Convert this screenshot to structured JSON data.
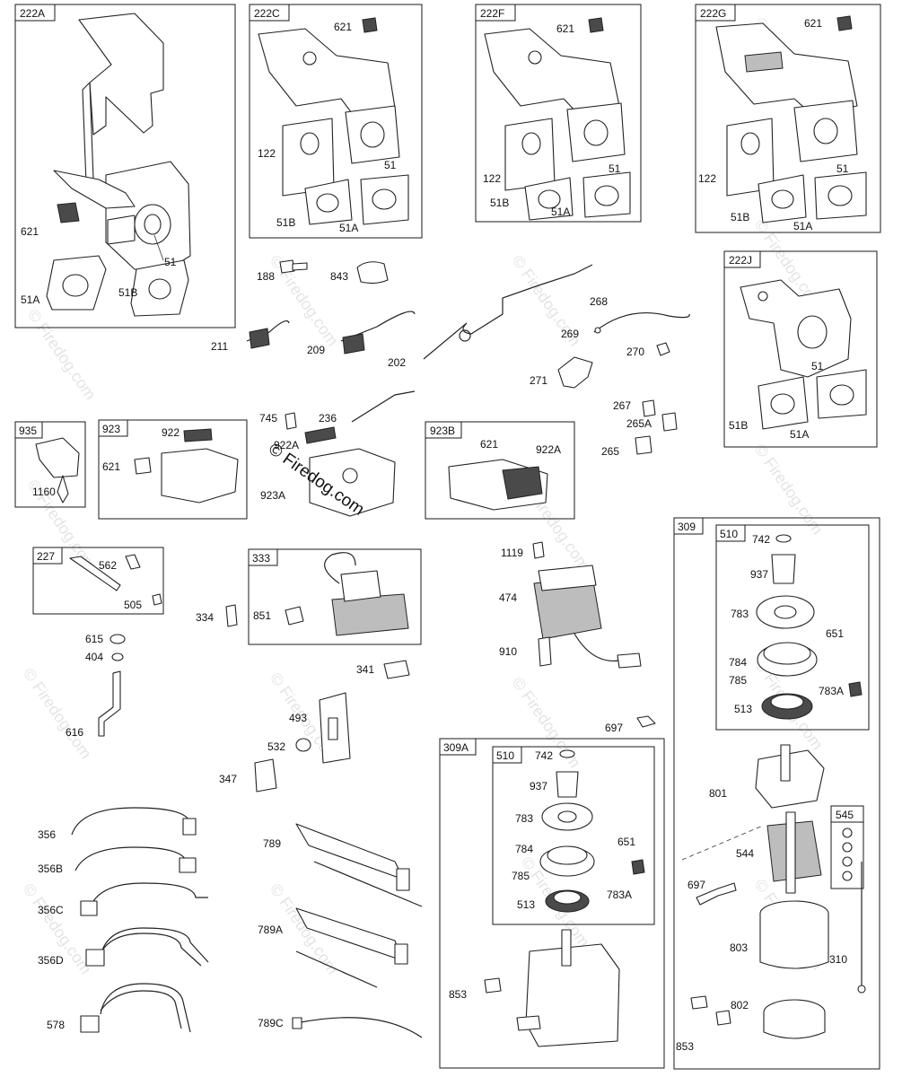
{
  "groups": {
    "g222A": "222A",
    "g222C": "222C",
    "g222F": "222F",
    "g222G": "222G",
    "g222J": "222J",
    "g935": "935",
    "g923": "923",
    "g923B": "923B",
    "g227": "227",
    "g333": "333",
    "g309": "309",
    "g510a": "510",
    "g309A": "309A",
    "g510b": "510",
    "g545": "545"
  },
  "parts": {
    "p621": "621",
    "p122": "122",
    "p51": "51",
    "p51A": "51A",
    "p51B": "51B",
    "p188": "188",
    "p843": "843",
    "p211": "211",
    "p209": "209",
    "p202": "202",
    "p268": "268",
    "p269": "269",
    "p270": "270",
    "p271": "271",
    "p745": "745",
    "p236": "236",
    "p922": "922",
    "p922A": "922A",
    "p923A": "923A",
    "p1160": "1160",
    "p267": "267",
    "p265A": "265A",
    "p265": "265",
    "p562": "562",
    "p505": "505",
    "p334": "334",
    "p851": "851",
    "p1119": "1119",
    "p474": "474",
    "p910": "910",
    "p615": "615",
    "p404": "404",
    "p616": "616",
    "p341": "341",
    "p493": "493",
    "p532": "532",
    "p347": "347",
    "p697": "697",
    "p742": "742",
    "p937": "937",
    "p783": "783",
    "p651": "651",
    "p784": "784",
    "p785": "785",
    "p783A": "783A",
    "p513": "513",
    "p801": "801",
    "p544": "544",
    "p803": "803",
    "p310": "310",
    "p802": "802",
    "p853": "853",
    "p356": "356",
    "p356B": "356B",
    "p356C": "356C",
    "p356D": "356D",
    "p578": "578",
    "p789": "789",
    "p789A": "789A",
    "p789C": "789C"
  },
  "copyright": "© Firedog.com",
  "watermark": "© Firedog.com"
}
